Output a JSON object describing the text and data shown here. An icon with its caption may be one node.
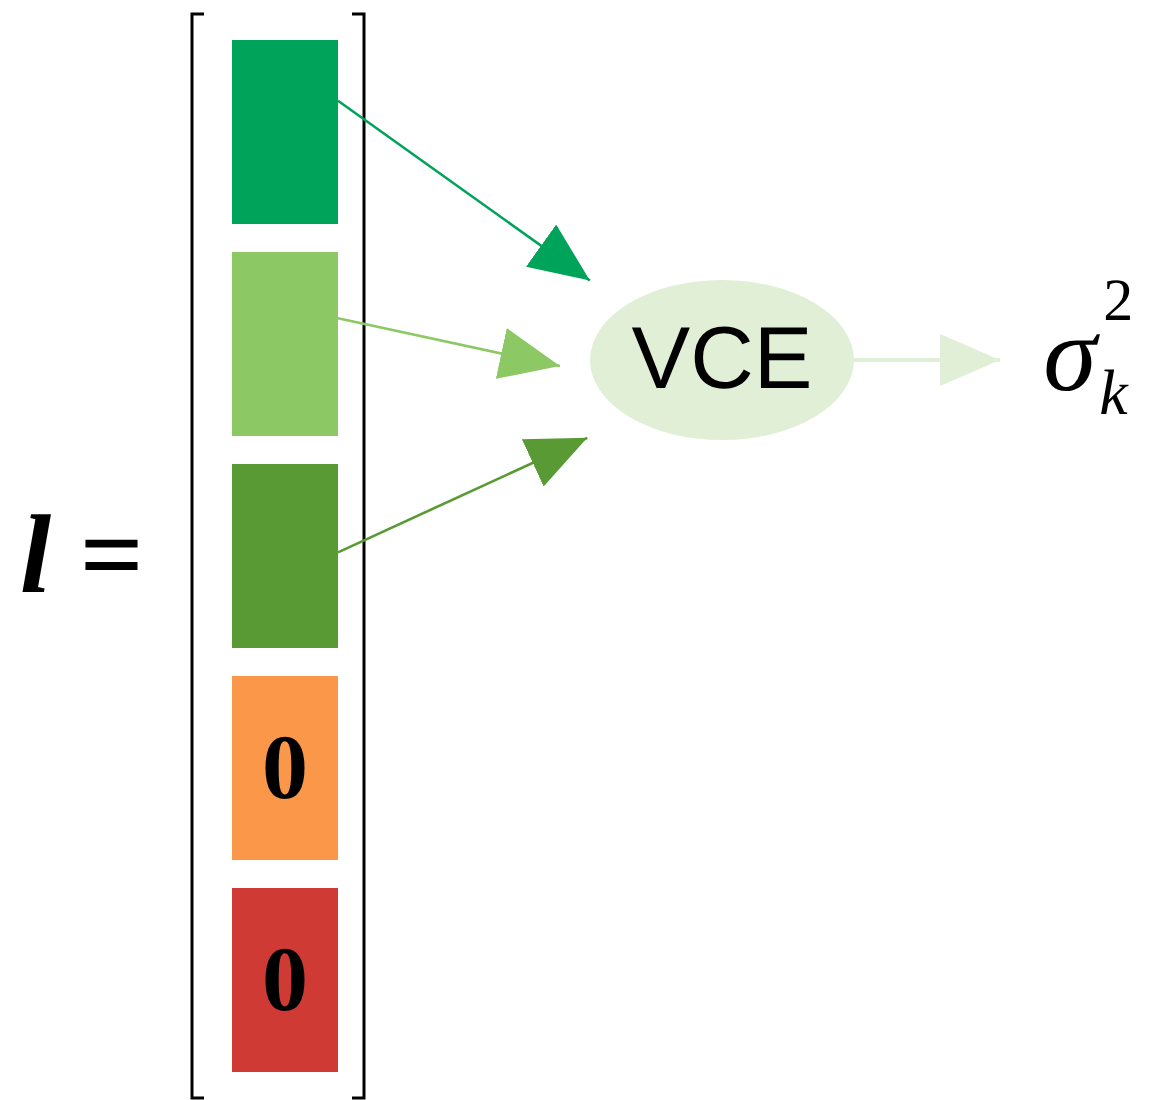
{
  "diagram": {
    "nodes": [
      {
        "text": [],
        "shape": "box"
      },
      {
        "text": [],
        "shape": "box"
      },
      {
        "text": [],
        "shape": "box"
      },
      {
        "text": [
          "0"
        ]
      },
      {
        "text": [
          "0"
        ]
      },
      {
        "text": [
          "VCE"
        ]
      },
      {
        "text": [
          "σ$_{k}$$^{2}$"
        ]
      }
    ],
    "edges": [
      {
        "from": 0,
        "to": 5,
        "arrow": "to",
        "color": "#00a35a"
      },
      {
        "from": 1,
        "to": 5,
        "arrow": "to",
        "color": "#8cc864"
      },
      {
        "from": 2,
        "to": 5,
        "arrow": "to",
        "color": "#5a9a35"
      },
      {
        "from": 5,
        "to": 6,
        "arrow": "to",
        "color": "#e0efd6"
      }
    ],
    "labels": [
      "l ="
    ]
  }
}
